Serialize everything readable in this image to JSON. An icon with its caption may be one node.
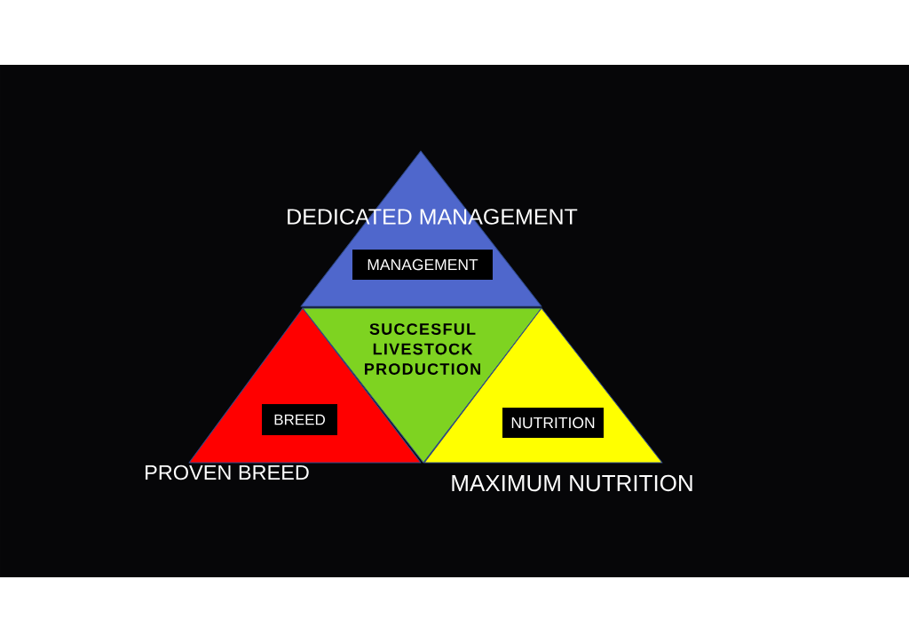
{
  "diagram": {
    "nodes": [
      {
        "text": [
          "DEDICATED MANAGEMENT"
        ]
      },
      {
        "text": [
          "MANAGEMENT"
        ],
        "in": 0
      },
      {
        "text": [
          "PROVEN BREED"
        ]
      },
      {
        "text": [
          "BREED"
        ],
        "in": 2
      },
      {
        "text": [
          "SUCCESFUL LIVESTOCK PRODUCTION"
        ]
      },
      {
        "text": [
          "MAXIMUM NUTRITION"
        ]
      },
      {
        "text": [
          "NUTRITION"
        ],
        "in": 5
      }
    ]
  }
}
